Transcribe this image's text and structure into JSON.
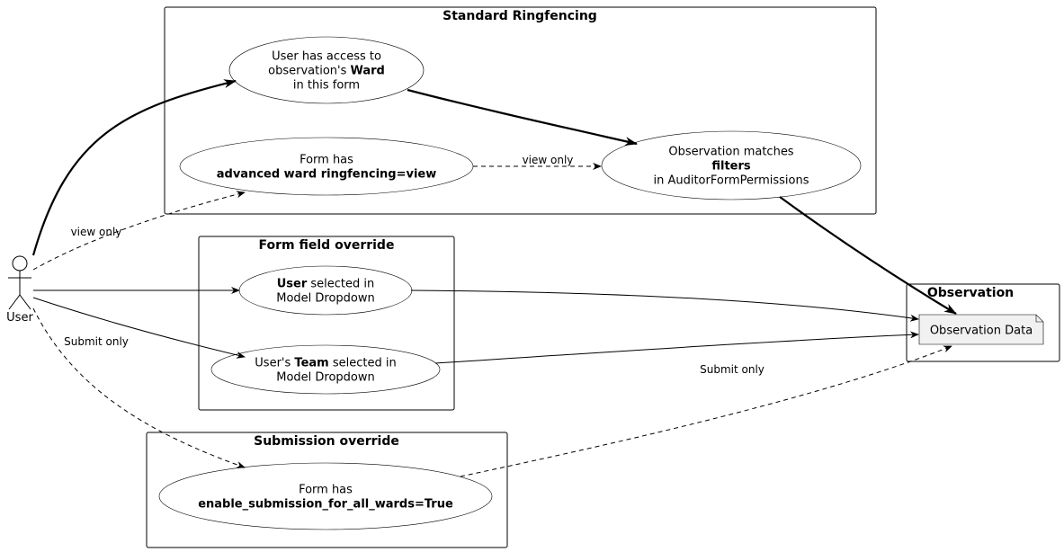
{
  "actor": {
    "label": "User"
  },
  "packages": {
    "standard": {
      "title": "Standard Ringfencing"
    },
    "field": {
      "title": "Form field override"
    },
    "submission": {
      "title": "Submission override"
    },
    "observation": {
      "title": "Observation"
    }
  },
  "nodes": {
    "ward_access": [
      [
        {
          "t": "User has access to",
          "b": false
        }
      ],
      [
        {
          "t": "observation's ",
          "b": false
        },
        {
          "t": "Ward",
          "b": true
        }
      ],
      [
        {
          "t": "in this form",
          "b": false
        }
      ]
    ],
    "advanced": [
      [
        {
          "t": "Form has",
          "b": false
        }
      ],
      [
        {
          "t": "advanced ward ringfencing=view",
          "b": true
        }
      ]
    ],
    "filters": [
      [
        {
          "t": "Observation matches",
          "b": false
        }
      ],
      [
        {
          "t": "filters",
          "b": true
        }
      ],
      [
        {
          "t": "in AuditorFormPermissions",
          "b": false
        }
      ]
    ],
    "user_selected": [
      [
        {
          "t": "User",
          "b": true
        },
        {
          "t": " selected in",
          "b": false
        }
      ],
      [
        {
          "t": "Model Dropdown",
          "b": false
        }
      ]
    ],
    "team_selected": [
      [
        {
          "t": "User's ",
          "b": false
        },
        {
          "t": "Team",
          "b": true
        },
        {
          "t": " selected in",
          "b": false
        }
      ],
      [
        {
          "t": "Model Dropdown",
          "b": false
        }
      ]
    ],
    "submission_all": [
      [
        {
          "t": "Form has",
          "b": false
        }
      ],
      [
        {
          "t": "enable_submission_for_all_wards=True",
          "b": true
        }
      ]
    ],
    "obs_data": [
      [
        {
          "t": "Observation Data",
          "b": false
        }
      ]
    ]
  },
  "edge_labels": {
    "advanced_to_filters": "view only",
    "user_to_advanced": "view only",
    "user_to_submission": "Submit only",
    "submission_to_obs": "Submit only"
  }
}
